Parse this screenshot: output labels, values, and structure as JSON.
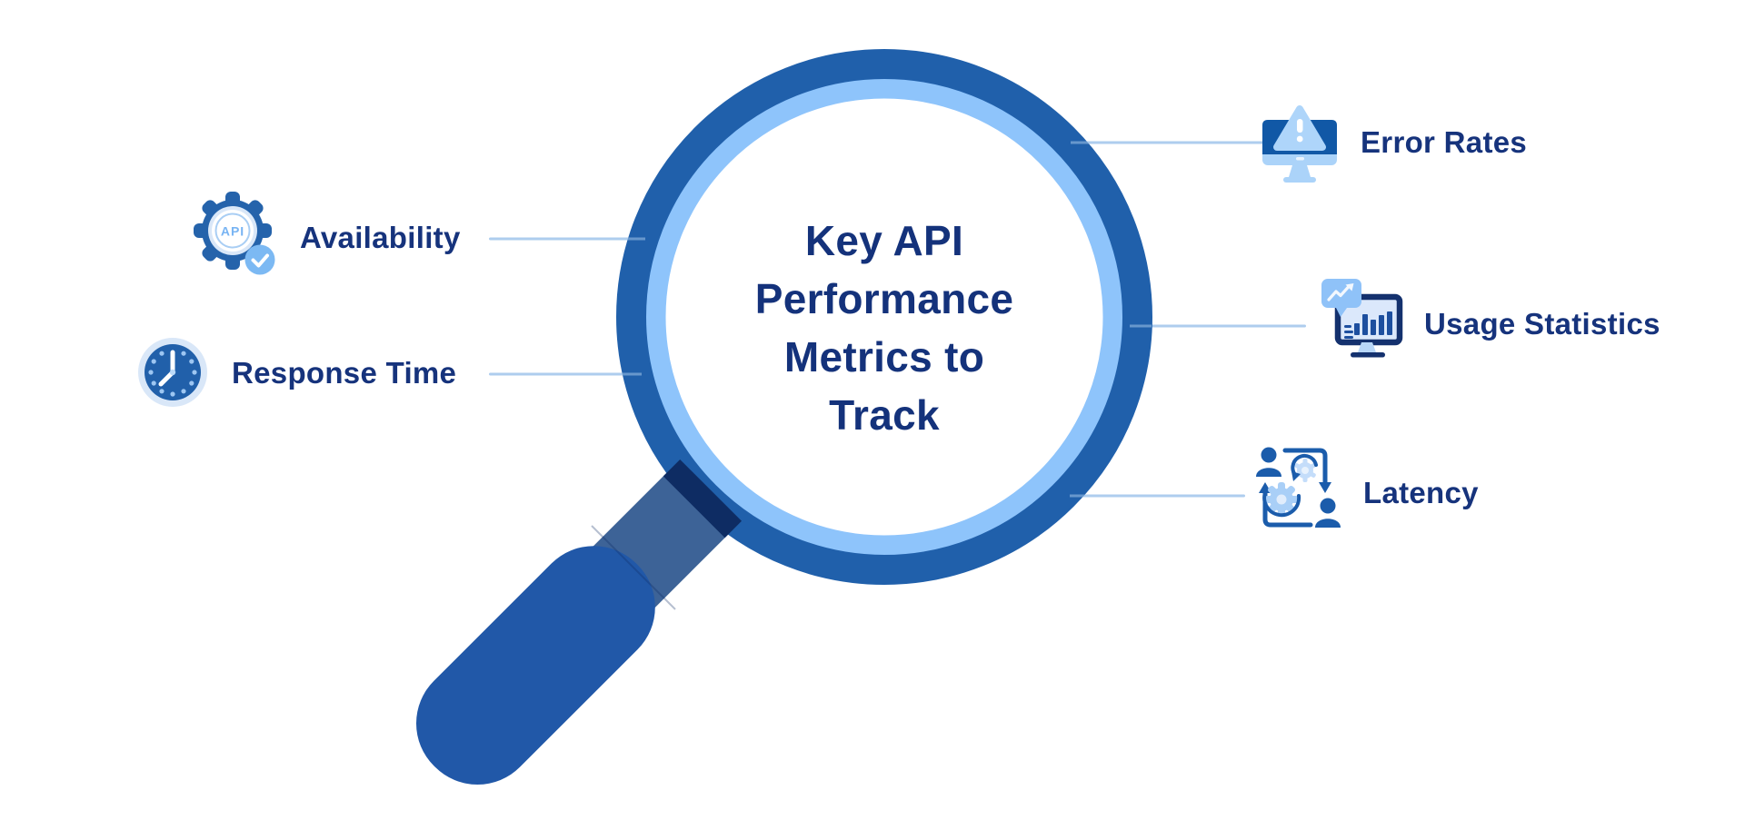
{
  "figure": {
    "title": "Key API Performance Metrics to Track",
    "title_lines": [
      "Key API",
      "Performance",
      "Metrics to",
      "Track"
    ]
  },
  "metrics": [
    {
      "label": "Availability",
      "icon": "api-gear-check-icon",
      "side": "left"
    },
    {
      "label": "Response Time",
      "icon": "clock-icon",
      "side": "left"
    },
    {
      "label": "Error Rates",
      "icon": "monitor-warning-icon",
      "side": "right"
    },
    {
      "label": "Usage Statistics",
      "icon": "monitor-bar-chart-icon",
      "side": "right"
    },
    {
      "label": "Latency",
      "icon": "people-process-gears-icon",
      "side": "right"
    }
  ],
  "icon_badge_text": "API",
  "colors": {
    "primary_blue": "#2060AB",
    "light_ring_blue": "#8EC4FB",
    "navy_text": "#14327B",
    "pale_blue": "#D9E7F8",
    "connector_blue": "#AECDEE",
    "handle_blue": "#2158A8",
    "neck_blue": "#3D6397",
    "neck_shadow_navy": "#0E2C63",
    "icon_light_blue": "#ABD3F9",
    "icon_medium_blue": "#1B5CAB",
    "background": "#FFFFFF"
  }
}
